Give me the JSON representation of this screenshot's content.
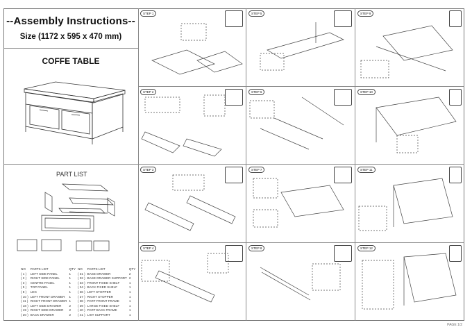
{
  "header": {
    "title": "--Assembly Instructions--",
    "size": "Size (1172 x 595 x 470 mm)"
  },
  "product": {
    "name": "COFFE TABLE"
  },
  "parts_list": {
    "heading": "PART LIST",
    "columns": [
      "NO",
      "PARTS LIST",
      "QTY"
    ],
    "left": [
      {
        "no": "( 1 )",
        "name": "LEFT SIDE PANEL",
        "qty": "1"
      },
      {
        "no": "( 2 )",
        "name": "RIGHT SIDE PANEL",
        "qty": "1"
      },
      {
        "no": "( 3 )",
        "name": "CENTRE PANEL",
        "qty": "1"
      },
      {
        "no": "( 5 )",
        "name": "TOP PANEL",
        "qty": "1"
      },
      {
        "no": "( 8 )",
        "name": "LEG",
        "qty": "1"
      },
      {
        "no": "( 10 )",
        "name": "LEFT FRONT DRAWER",
        "qty": "1"
      },
      {
        "no": "( 11 )",
        "name": "RIGHT FRONT DRAWER",
        "qty": "1"
      },
      {
        "no": "( 18 )",
        "name": "LEFT SIDE DRAWER",
        "qty": "2"
      },
      {
        "no": "( 19 )",
        "name": "RIGHT SIDE DRAWER",
        "qty": "2"
      },
      {
        "no": "( 20 )",
        "name": "BACK DRAWER",
        "qty": "2"
      }
    ],
    "right": [
      {
        "no": "( 31 )",
        "name": "BASE DRAWER",
        "qty": "2"
      },
      {
        "no": "( 32 )",
        "name": "BASE DRAWER SUPPORT",
        "qty": "2"
      },
      {
        "no": "( 33 )",
        "name": "FRONT FIXED SHELF",
        "qty": "1"
      },
      {
        "no": "( 34 )",
        "name": "BACK FIXED SHELF",
        "qty": "1"
      },
      {
        "no": "( 36 )",
        "name": "LEFT STOPPER",
        "qty": "1"
      },
      {
        "no": "( 37 )",
        "name": "RIGHT STOPPER",
        "qty": "1"
      },
      {
        "no": "( 38 )",
        "name": "PART FRONT FRAME",
        "qty": "1"
      },
      {
        "no": "( 39 )",
        "name": "LARGE FIXED SHELF",
        "qty": "1"
      },
      {
        "no": "( 40 )",
        "name": "PART BACK FRAME",
        "qty": "1"
      },
      {
        "no": "( 41 )",
        "name": "LIST SUPPORT",
        "qty": "1"
      }
    ]
  },
  "steps": [
    "STEP 1",
    "STEP 5",
    "STEP 9",
    "STEP 2",
    "STEP 6",
    "STEP 10",
    "STEP 3",
    "STEP 7",
    "STEP 11",
    "STEP 4",
    "STEP 8",
    "STEP 12"
  ],
  "footer": {
    "page": "PAGE 1/2"
  }
}
